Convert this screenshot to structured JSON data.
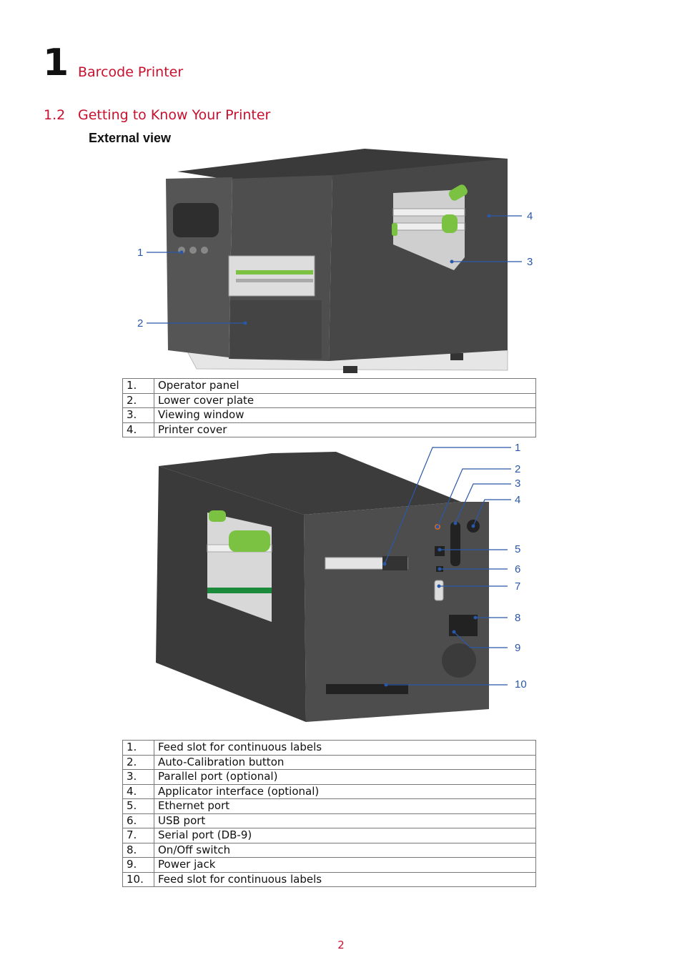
{
  "chapter": {
    "number": "1",
    "title": "Barcode Printer"
  },
  "section": {
    "number": "1.2",
    "title": "Getting to Know Your Printer"
  },
  "subsection": "External view",
  "front_view": {
    "callouts": [
      "1",
      "2",
      "3",
      "4"
    ],
    "legend": [
      {
        "num": "1.",
        "label": "Operator panel"
      },
      {
        "num": "2.",
        "label": "Lower cover plate"
      },
      {
        "num": "3.",
        "label": "Viewing window"
      },
      {
        "num": "4.",
        "label": "Printer cover"
      }
    ]
  },
  "rear_view": {
    "callouts": [
      "1",
      "2",
      "3",
      "4",
      "5",
      "6",
      "7",
      "8",
      "9",
      "10"
    ],
    "legend": [
      {
        "num": "1.",
        "label": "Feed slot for continuous labels"
      },
      {
        "num": "2.",
        "label": "Auto-Calibration button"
      },
      {
        "num": "3.",
        "label": "Parallel port (optional)"
      },
      {
        "num": "4.",
        "label": "Applicator interface (optional)"
      },
      {
        "num": "5.",
        "label": "Ethernet port"
      },
      {
        "num": "6.",
        "label": "USB port"
      },
      {
        "num": "7.",
        "label": "Serial port (DB-9)"
      },
      {
        "num": "8.",
        "label": "On/Off switch"
      },
      {
        "num": "9.",
        "label": "Power jack"
      },
      {
        "num": "10.",
        "label": "Feed slot for continuous labels"
      }
    ]
  },
  "page_number": "2",
  "colors": {
    "accent": "#c8102e",
    "callout": "#2a58a8",
    "printer_body": "#4a4a4a",
    "roller": "#7cc242"
  }
}
